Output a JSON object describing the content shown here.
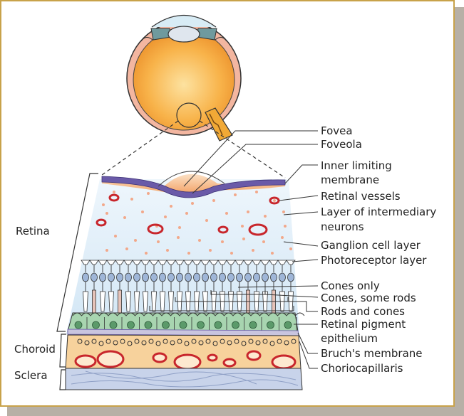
{
  "diagram": {
    "region_labels": {
      "retina": "Retina",
      "choroid": "Choroid",
      "sclera": "Sclera"
    },
    "callouts": [
      "Fovea",
      "Foveola",
      "Inner limiting",
      "membrane",
      "Retinal vessels",
      "Layer of intermediary",
      "neurons",
      "Ganglion cell layer",
      "Photoreceptor layer",
      "Cones only",
      "Cones, some rods",
      "Rods and cones",
      "Retinal pigment",
      "epithelium",
      "Bruch's membrane",
      "Choriocapillaris"
    ],
    "colors": {
      "frame_border": "#c8a24a",
      "eye_interior": "#f6a93b",
      "retina_background": "#dcebf7",
      "inner_limiting_membrane": "#6a5aa8",
      "photoreceptor": "#9fb6d8",
      "pigment_epithelium": "#a8d5b0",
      "choroid": "#f7d29c",
      "vessel": "#c8262c",
      "sclera": "#c8d3ea"
    }
  }
}
